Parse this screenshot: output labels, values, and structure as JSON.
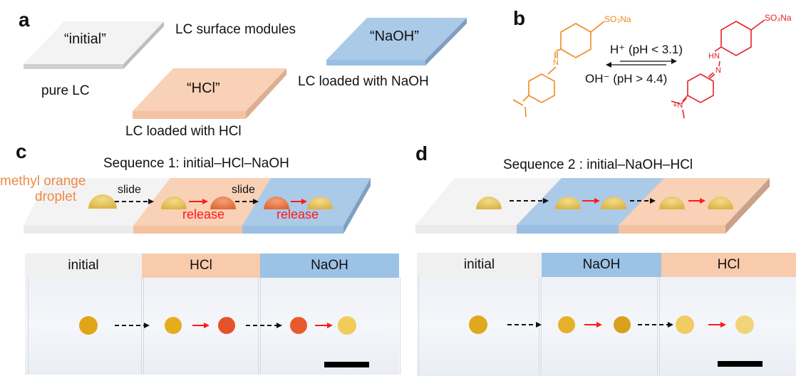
{
  "panel_a": {
    "label": "a",
    "title": "LC surface modules",
    "modules": [
      {
        "tag": "“initial”",
        "caption": "pure LC",
        "color": "#f2f2f2"
      },
      {
        "tag": "“HCl”",
        "caption": "LC loaded with HCl",
        "color": "#f8cfb3"
      },
      {
        "tag": "“NaOH”",
        "caption": "LC loaded with NaOH",
        "color": "#a9c9e8"
      }
    ]
  },
  "panel_b": {
    "label": "b",
    "forward": "H⁺ (pH < 3.1)",
    "reverse": "OH⁻ (pH > 4.4)",
    "left_group": "SO₃Na",
    "right_group": "SO₃Na",
    "left_color": "#f08a1c",
    "right_color": "#e8202a",
    "hn": "HN",
    "n": "N",
    "nplus": "+N"
  },
  "panel_c": {
    "label": "c",
    "title": "Sequence 1: initial–HCl–NaOH",
    "droplet_label_1": "methyl orange",
    "droplet_label_2": "droplet",
    "slide_1": "slide",
    "slide_2": "slide",
    "release_1": "release",
    "release_2": "release",
    "tabs": [
      "initial",
      "HCl",
      "NaOH"
    ]
  },
  "panel_d": {
    "label": "d",
    "title": "Sequence 2 : initial–NaOH–HCl",
    "tabs": [
      "initial",
      "NaOH",
      "HCl"
    ]
  },
  "colors": {
    "initial": "#f2f2f2",
    "hcl": "#f8cfb3",
    "naoh": "#a9c9e8",
    "release_arrow": "#ff1a1a",
    "slide_arrow": "#111111",
    "droplet_yellow": "#e8b830",
    "droplet_red": "#e9683a"
  }
}
